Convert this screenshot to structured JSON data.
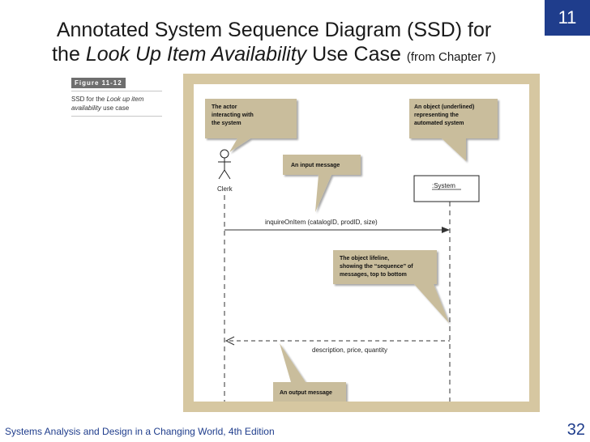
{
  "slide": {
    "title_line1": "Annotated System Sequence Diagram (SSD) for",
    "title_line2_prefix": "the ",
    "title_line2_italic": "Look Up Item Availability",
    "title_line2_suffix": " Use Case ",
    "title_line2_small": "(from Chapter 7)",
    "chapter": "11",
    "page_number": "32",
    "footer": "Systems Analysis and Design in a Changing World, 4th Edition"
  },
  "figure": {
    "tag": "Figure 11-12",
    "caption_prefix": "SSD for the ",
    "caption_italic": "Look up item availability",
    "caption_suffix": " use case"
  },
  "diagram": {
    "actor_label": "Clerk",
    "system_label": ":System",
    "callouts": {
      "actor": [
        "The actor",
        "interacting with",
        "the system"
      ],
      "object": [
        "An object (underlined)",
        "representing the",
        "automated system"
      ],
      "input": [
        "An input message"
      ],
      "lifeline": [
        "The object lifeline,",
        "showing the “sequence” of",
        "messages, top to bottom"
      ],
      "output": [
        "An output message"
      ]
    },
    "input_message": "inquireOnItem (catalogID, prodID, size)",
    "output_message": "description, price, quantity"
  },
  "colors": {
    "frame": "#d6c7a1",
    "callout_fill": "#c9bd9c",
    "accent": "#1f3d8c"
  }
}
